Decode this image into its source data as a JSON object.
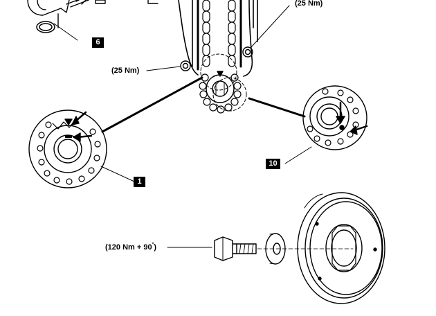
{
  "diagram": {
    "torque_labels": {
      "top_right": "(25 Nm)",
      "left": "(25 Nm)",
      "pulley_bolt": "(120 Nm + 90",
      "pulley_bolt_degree": "°",
      "pulley_bolt_close": ")"
    },
    "callouts": {
      "six": "6",
      "one": "1",
      "ten": "10"
    },
    "line_color": "#000000",
    "background": "#ffffff"
  }
}
